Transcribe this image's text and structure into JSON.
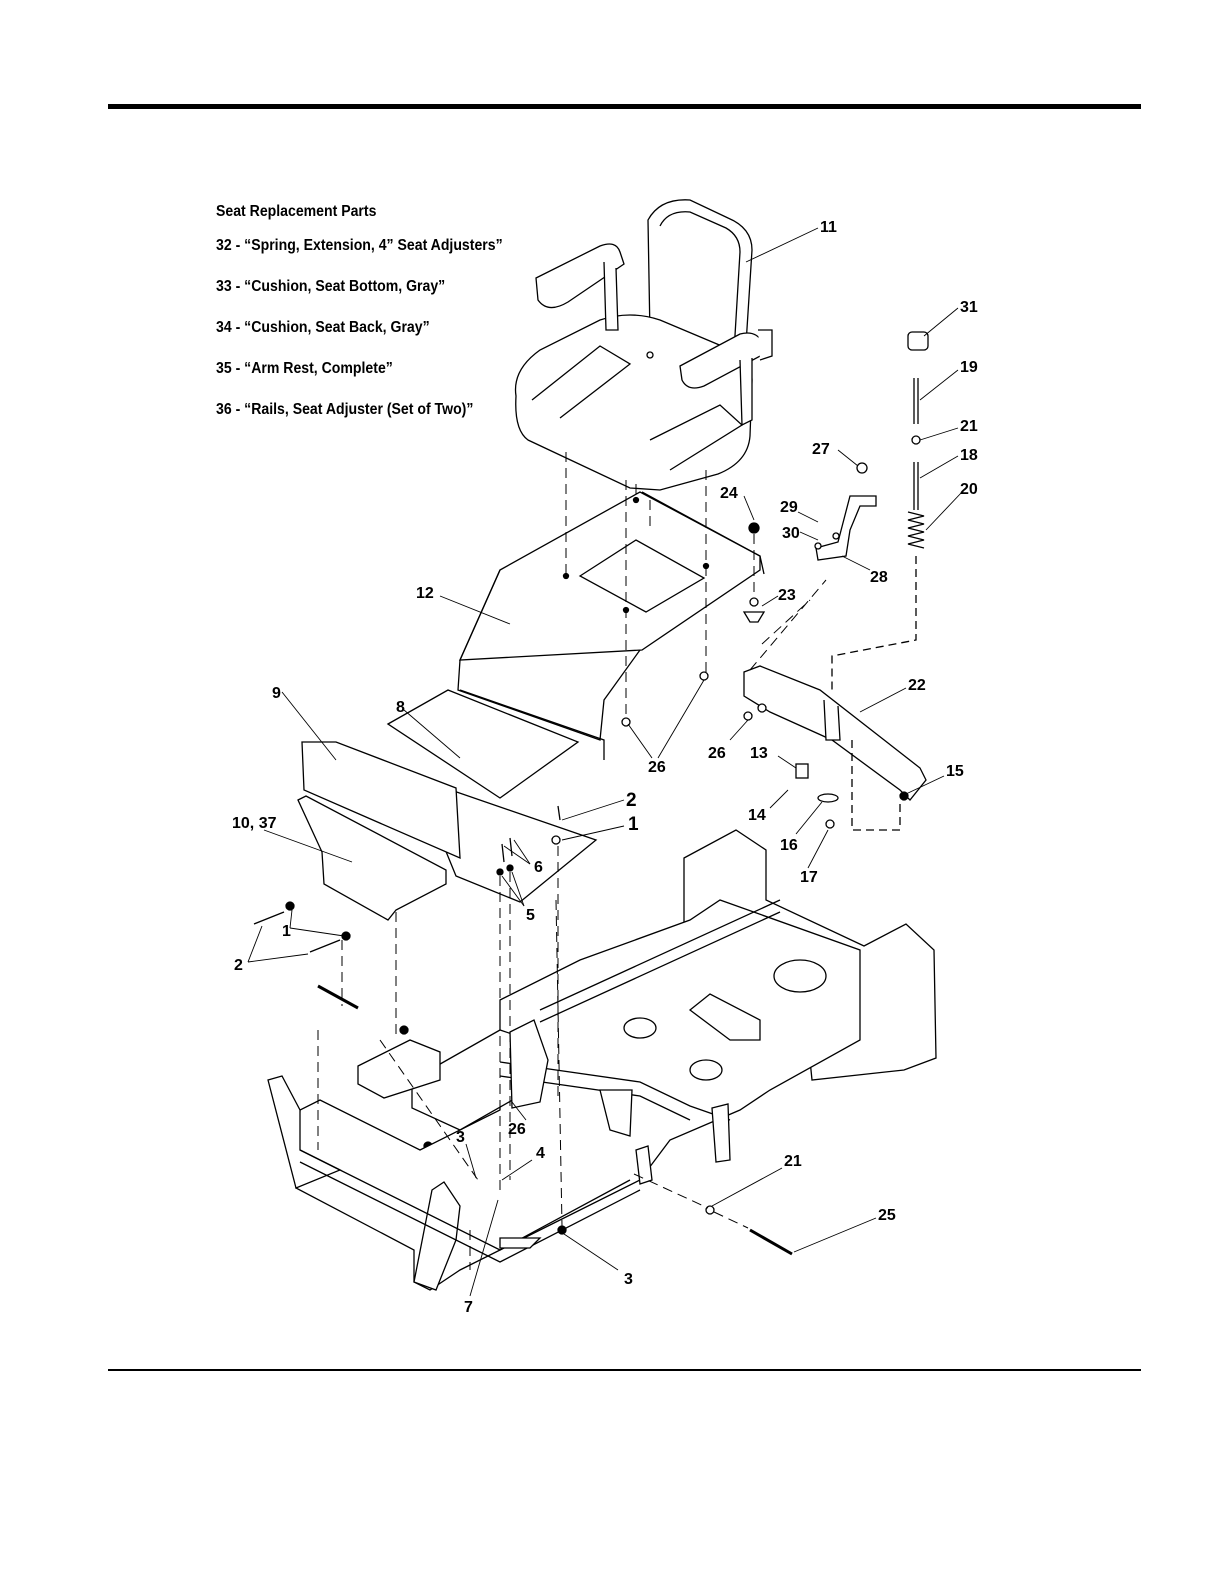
{
  "legend": {
    "title": "Seat Replacement Parts",
    "items": [
      "32 - “Spring, Extension, 4” Seat Adjusters”",
      "33 - “Cushion, Seat Bottom, Gray”",
      "34 - “Cushion, Seat Back, Gray”",
      "35 - “Arm Rest, Complete”",
      "36 - “Rails,  Seat Adjuster (Set of Two)”"
    ]
  },
  "callouts": {
    "c11": "11",
    "c31": "31",
    "c19": "19",
    "c21a": "21",
    "c18": "18",
    "c20": "20",
    "c27": "27",
    "c24": "24",
    "c29": "29",
    "c30": "30",
    "c28": "28",
    "c23": "23",
    "c12": "12",
    "c22": "22",
    "c9": "9",
    "c8": "8",
    "c26a": "26",
    "c26b": "26",
    "c13": "13",
    "c15": "15",
    "c14": "14",
    "c16": "16",
    "c17": "17",
    "c2a": "2",
    "c1a": "1",
    "c1037": "10, 37",
    "c6": "6",
    "c5": "5",
    "c1b": "1",
    "c2b": "2",
    "c3a": "3",
    "c26c": "26",
    "c4": "4",
    "c21b": "21",
    "c25": "25",
    "c3b": "3",
    "c7": "7"
  }
}
